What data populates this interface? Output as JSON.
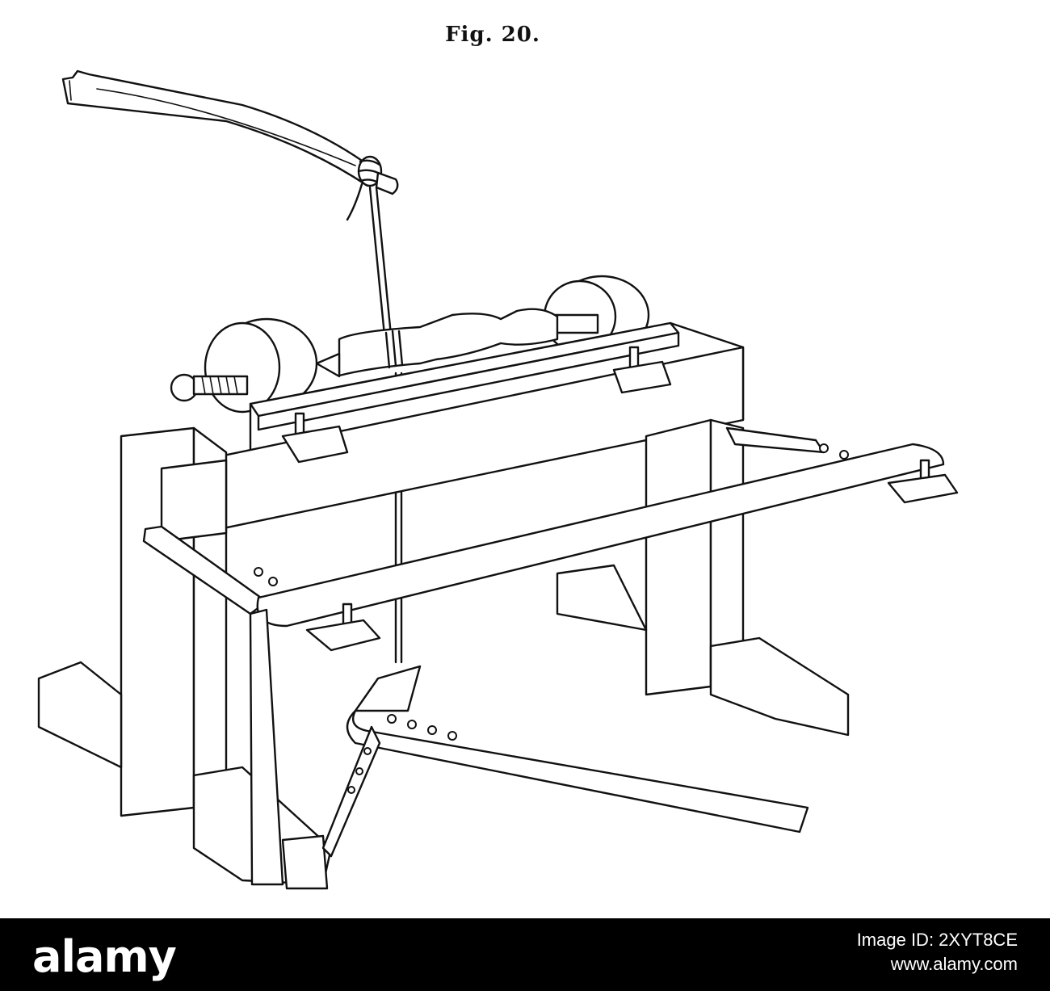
{
  "figure": {
    "caption": "Fig. 20."
  },
  "watermark": {
    "logo_text": "alamy",
    "image_id_label": "Image ID: 2XYT8CE",
    "site": "www.alamy.com"
  }
}
